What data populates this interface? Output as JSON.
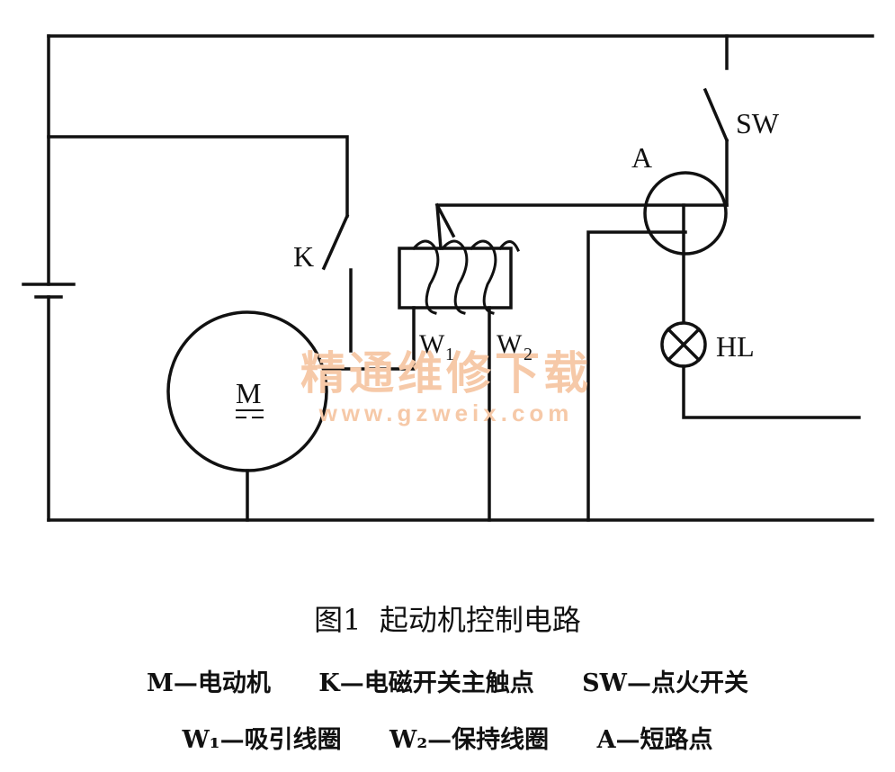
{
  "labels": {
    "battery": "",
    "switch_k": "K",
    "switch_sw": "SW",
    "node_a": "A",
    "lamp_hl": "HL",
    "motor_m": "M",
    "coil_w1": "W",
    "coil_w1_sub": "1",
    "coil_w2": "W",
    "coil_w2_sub": "2"
  },
  "watermark": {
    "text_cn": "精通维修下载",
    "url": "www.gzweix.com"
  },
  "caption": {
    "title": "图1  起动机控制电路"
  },
  "legend": {
    "line1": [
      "M—电动机",
      "K—电磁开关主触点",
      "SW—点火开关"
    ],
    "line2": [
      "W₁—吸引线圈",
      "W₂—保持线圈",
      "A—短路点"
    ]
  },
  "colors": {
    "wire": "#111111",
    "watermark": "#f6c9a8"
  }
}
